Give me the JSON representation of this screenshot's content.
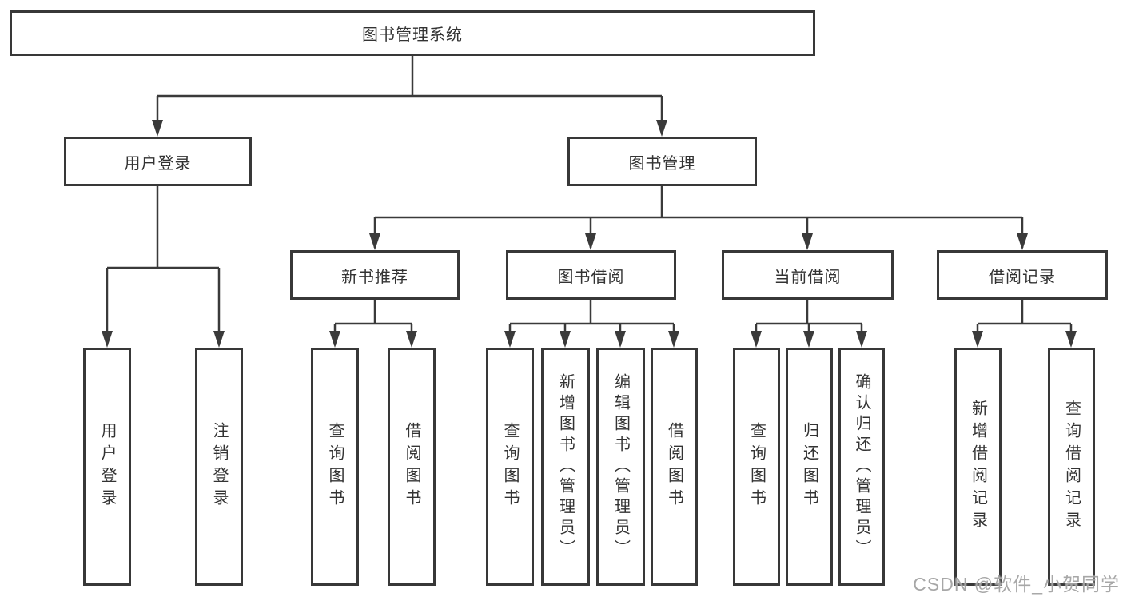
{
  "tree": {
    "root": {
      "label": "图书管理系统"
    },
    "branches": [
      {
        "label": "用户登录",
        "children": [
          {
            "label": "用户登录"
          },
          {
            "label": "注销登录"
          }
        ]
      },
      {
        "label": "图书管理",
        "groups": [
          {
            "label": "新书推荐",
            "children": [
              {
                "label": "查询图书"
              },
              {
                "label": "借阅图书"
              }
            ]
          },
          {
            "label": "图书借阅",
            "children": [
              {
                "label": "查询图书"
              },
              {
                "label": "新增图书（管理员）"
              },
              {
                "label": "编辑图书（管理员）"
              },
              {
                "label": "借阅图书"
              }
            ]
          },
          {
            "label": "当前借阅",
            "children": [
              {
                "label": "查询图书"
              },
              {
                "label": "归还图书"
              },
              {
                "label": "确认归还（管理员）"
              }
            ]
          },
          {
            "label": "借阅记录",
            "children": [
              {
                "label": "新增借阅记录"
              },
              {
                "label": "查询借阅记录"
              }
            ]
          }
        ]
      }
    ]
  },
  "watermark": "CSDN @软件_小贺同学",
  "colors": {
    "line": "#3a3a3a",
    "box_border": "#383838",
    "text": "#333333",
    "watermark": "#a0a0a0",
    "background": "#ffffff"
  }
}
